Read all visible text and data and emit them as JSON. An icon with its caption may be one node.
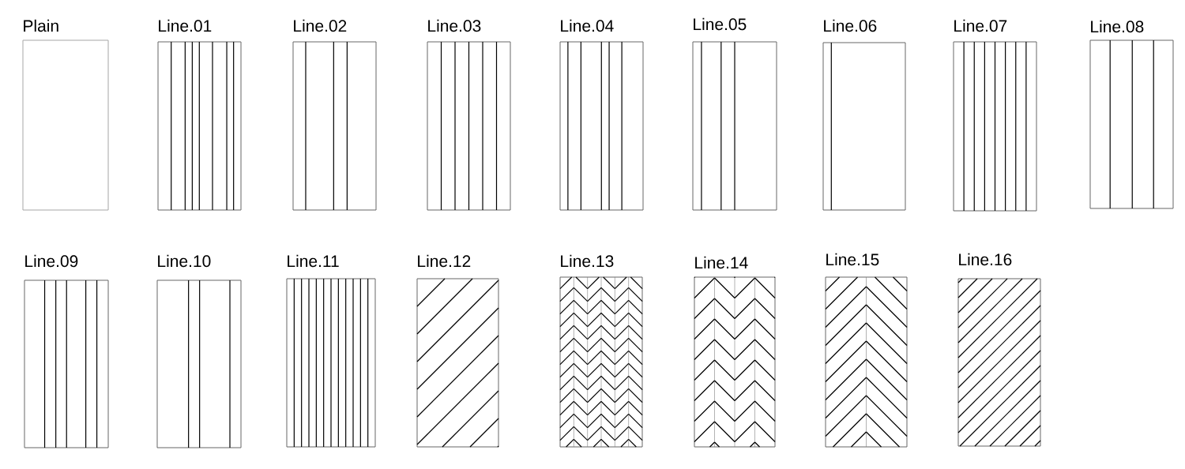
{
  "diagram": {
    "nodes": [
      {
        "text": [
          "Plain"
        ]
      },
      {
        "text": [
          "Line.01"
        ]
      },
      {
        "text": [
          "Line.02"
        ]
      },
      {
        "text": [
          "Line.03"
        ]
      },
      {
        "text": [
          "Line.04"
        ]
      },
      {
        "text": [
          "Line.05"
        ]
      },
      {
        "text": [
          "Line.06"
        ]
      },
      {
        "text": [
          "Line.07"
        ]
      },
      {
        "text": [
          "Line.08"
        ]
      },
      {
        "text": [
          "Line.09"
        ]
      },
      {
        "text": [
          "Line.10"
        ]
      },
      {
        "text": [
          "Line.11"
        ]
      },
      {
        "text": [
          "Line.12"
        ]
      },
      {
        "text": [
          "Line.13"
        ]
      },
      {
        "text": [
          "Line.14"
        ]
      },
      {
        "text": [
          "Line.15"
        ]
      },
      {
        "text": [
          "Line.16"
        ]
      }
    ]
  }
}
